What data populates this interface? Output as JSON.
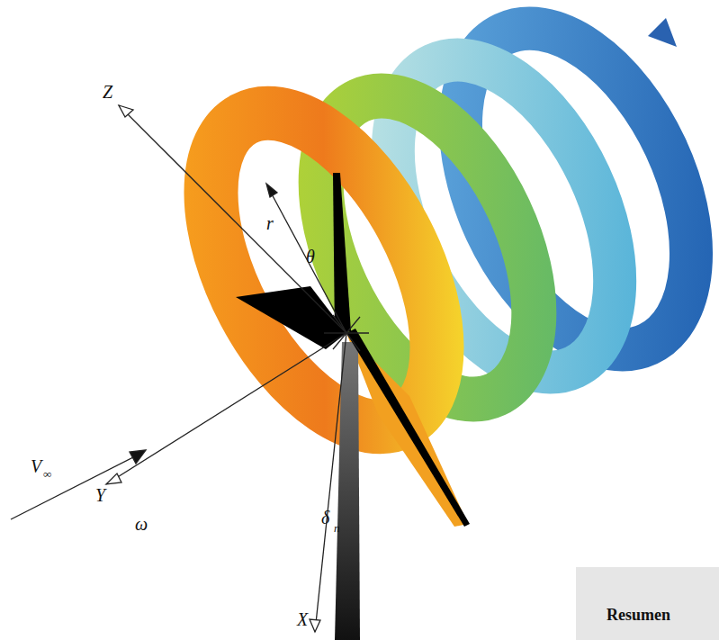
{
  "diagram": {
    "nodes": [
      {
        "text": [
          "Resumen"
        ]
      }
    ],
    "labels": [
      "Z",
      "r",
      "θ",
      "Y",
      "ω",
      "δ",
      "n",
      "X",
      "V",
      "∞"
    ]
  }
}
